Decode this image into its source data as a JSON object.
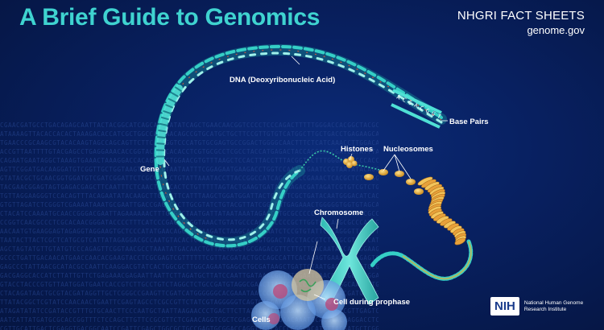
{
  "header": {
    "title": "A Brief Guide to Genomics",
    "brand_name": "NHGRI FACT SHEETS",
    "brand_url": "genome.gov"
  },
  "labels": {
    "dna": "DNA (Deoxyribonucleic Acid)",
    "base_pairs": "Base Pairs",
    "gene": "Gene",
    "histones": "Histones",
    "nucleosomes": "Nucleosomes",
    "chromosome": "Chromosome",
    "cell_prophase": "Cell during prophase",
    "cells": "Cells"
  },
  "base_letters": [
    "A",
    "C",
    "G",
    "A",
    "C",
    "G",
    "G",
    "T"
  ],
  "footer": {
    "nih_badge": "NIH",
    "institute": "National Human Genome Research Institute"
  },
  "colors": {
    "title": "#3fd3d0",
    "dna": "#35cfc6",
    "dna_light": "#9ff1ea",
    "dna_rung": "#e05a3a",
    "nucleosome": "#e3b13a",
    "chromosome": "#4fd6cc",
    "cell": "#7fb2ef",
    "background": "#082060"
  }
}
